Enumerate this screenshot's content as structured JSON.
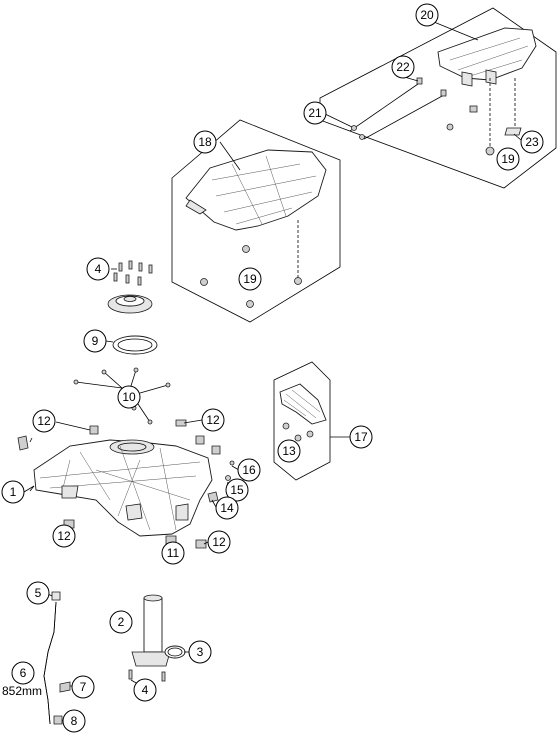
{
  "callouts": [
    {
      "id": "c20",
      "label": "20"
    },
    {
      "id": "c22",
      "label": "22"
    },
    {
      "id": "c21",
      "label": "21"
    },
    {
      "id": "c23",
      "label": "23"
    },
    {
      "id": "c19a",
      "label": "19"
    },
    {
      "id": "c18",
      "label": "18"
    },
    {
      "id": "c19b",
      "label": "19"
    },
    {
      "id": "c4a",
      "label": "4"
    },
    {
      "id": "c9",
      "label": "9"
    },
    {
      "id": "c10",
      "label": "10"
    },
    {
      "id": "c12a",
      "label": "12"
    },
    {
      "id": "c12b",
      "label": "12"
    },
    {
      "id": "c17",
      "label": "17"
    },
    {
      "id": "c13",
      "label": "13"
    },
    {
      "id": "c16",
      "label": "16"
    },
    {
      "id": "c15",
      "label": "15"
    },
    {
      "id": "c14",
      "label": "14"
    },
    {
      "id": "c1",
      "label": "1"
    },
    {
      "id": "c12c",
      "label": "12"
    },
    {
      "id": "c11",
      "label": "11"
    },
    {
      "id": "c12d",
      "label": "12"
    },
    {
      "id": "c5",
      "label": "5"
    },
    {
      "id": "c2",
      "label": "2"
    },
    {
      "id": "c3",
      "label": "3"
    },
    {
      "id": "c6",
      "label": "6"
    },
    {
      "id": "c7",
      "label": "7"
    },
    {
      "id": "c4b",
      "label": "4"
    },
    {
      "id": "c8",
      "label": "8"
    }
  ],
  "hose_length": "852mm"
}
